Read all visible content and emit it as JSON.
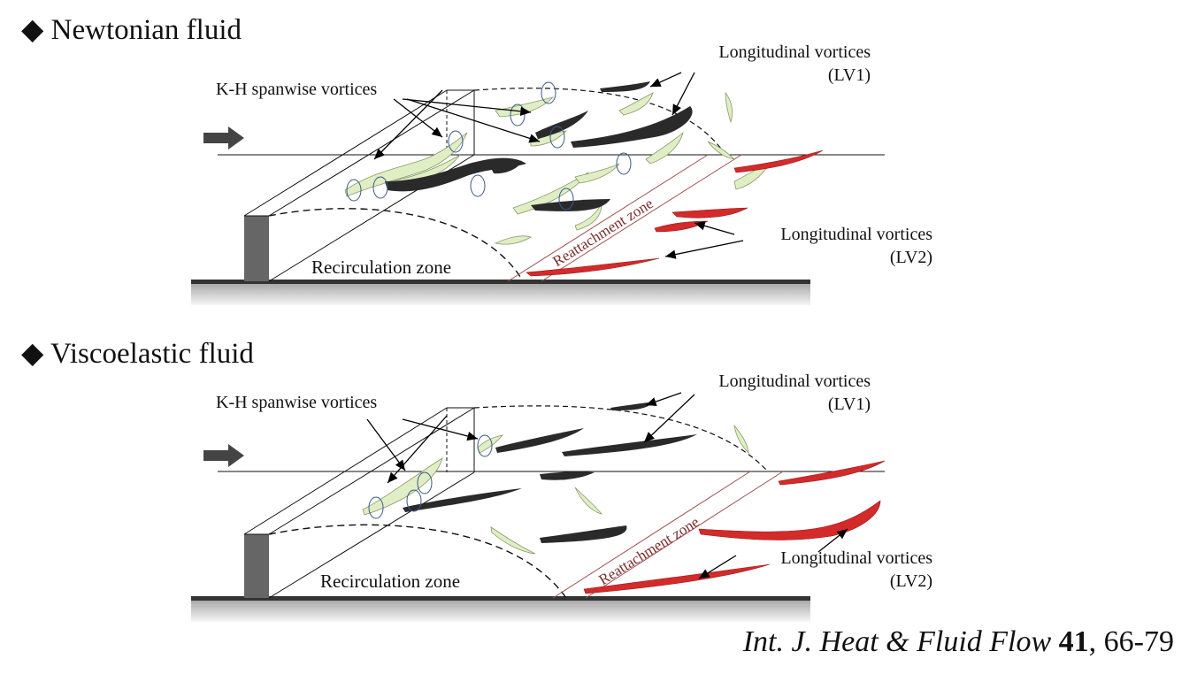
{
  "sections": [
    {
      "id": "newtonian",
      "heading": "◆ Newtonian fluid",
      "kh_label": "K-H spanwise vortices",
      "lv1_label_line1": "Longitudinal vortices",
      "lv1_label_line2": "(LV1)",
      "lv2_label_line1": "Longitudinal vortices",
      "lv2_label_line2": "(LV2)",
      "recirculation_label": "Recirculation zone",
      "reattachment_label": "Reattachment zone"
    },
    {
      "id": "viscoelastic",
      "heading": "◆ Viscoelastic fluid",
      "kh_label": "K-H spanwise vortices",
      "lv1_label_line1": "Longitudinal vortices",
      "lv1_label_line2": "(LV1)",
      "lv2_label_line1": "Longitudinal vortices",
      "lv2_label_line2": "(LV2)",
      "recirculation_label": "Recirculation zone",
      "reattachment_label": "Reattachment zone"
    }
  ],
  "citation": {
    "journal": "Int. J. Heat & Fluid Flow",
    "volume": "41",
    "pages": ", 66-79"
  },
  "colors": {
    "kh_vortex": "#dfeec4",
    "dark_vortex": "#2a2a2a",
    "lv2_vortex": "#d42a2a",
    "reattachment_text": "#7a2b2b"
  }
}
